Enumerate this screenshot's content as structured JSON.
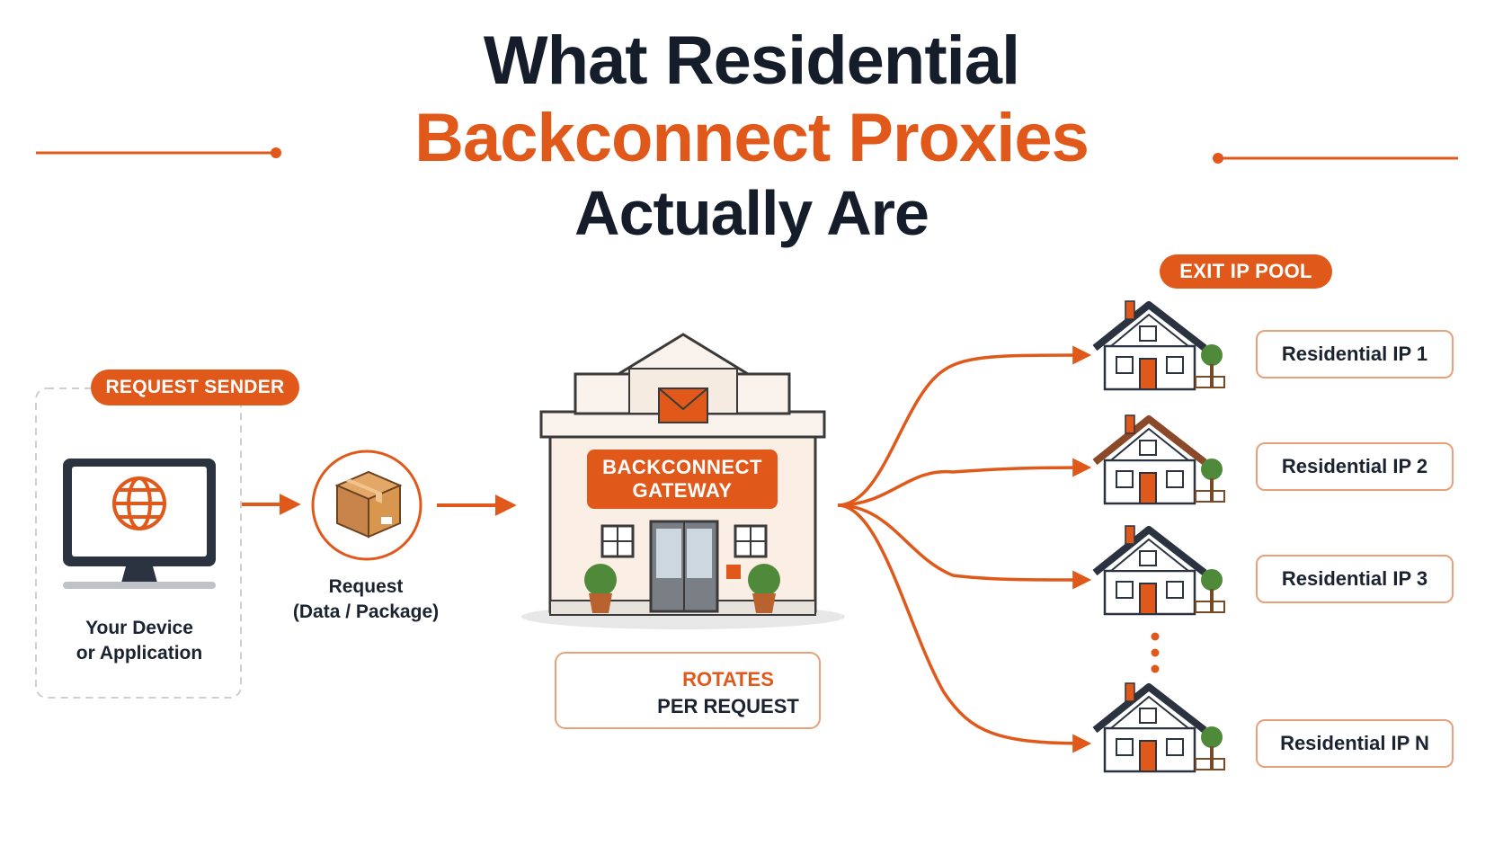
{
  "title": {
    "line1": "What Residential",
    "line2": "Backconnect Proxies",
    "line3": "Actually Are"
  },
  "sender": {
    "badge": "REQUEST SENDER",
    "caption_line1": "Your Device",
    "caption_line2": "or Application"
  },
  "request": {
    "caption_line1": "Request",
    "caption_line2": "(Data / Package)"
  },
  "gateway": {
    "label_line1": "BACKCONNECT",
    "label_line2": "GATEWAY",
    "rotation_line1": "ROTATES",
    "rotation_line2": "PER REQUEST"
  },
  "pool": {
    "badge": "EXIT IP POOL",
    "ips": [
      "Residential IP 1",
      "Residential IP 2",
      "Residential IP 3",
      "Residential IP N"
    ]
  },
  "colors": {
    "accent": "#e0591b",
    "dark": "#151d2b",
    "box_border": "#e8a07a"
  },
  "icons": [
    "globe-icon",
    "package-icon",
    "envelope-icon",
    "rotate-icon",
    "house-icon",
    "monitor-icon"
  ]
}
